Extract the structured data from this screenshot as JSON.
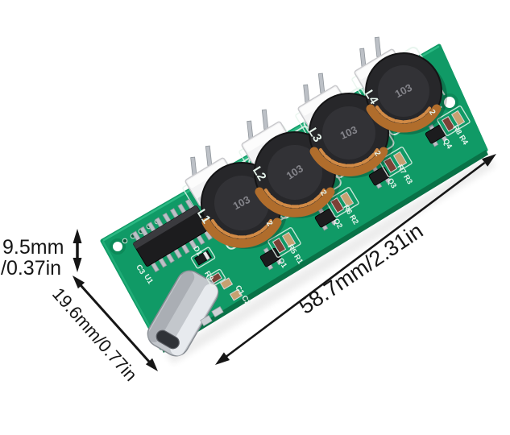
{
  "annotations": {
    "thickness_line1": "9.5mm",
    "thickness_line2": "/0.37in",
    "width_label": "19.6mm/0.77in",
    "length_label": "58.7mm/2.31in"
  },
  "board": {
    "inductor_marking": "103",
    "channels": [
      {
        "inductor": "L1",
        "transistor": "Q1",
        "resistors": "R5 R1",
        "pin": "2"
      },
      {
        "inductor": "L2",
        "transistor": "Q2",
        "resistors": "R6 R2",
        "pin": "2"
      },
      {
        "inductor": "L3",
        "transistor": "Q3",
        "resistors": "R7 R3",
        "pin": "2"
      },
      {
        "inductor": "L4",
        "transistor": "Q4",
        "resistors": "R8 R4",
        "pin": "2"
      }
    ],
    "input": {
      "c3": "C3",
      "u1": "U1",
      "d1": "D1",
      "r9": "R9",
      "c1c2": "C1 C2"
    }
  },
  "colors": {
    "board-green": "#109a66",
    "board-green-dark": "#097247",
    "silkscreen": "#e6f4ec",
    "annotation": "#161616",
    "copper": "#b06d2c"
  }
}
